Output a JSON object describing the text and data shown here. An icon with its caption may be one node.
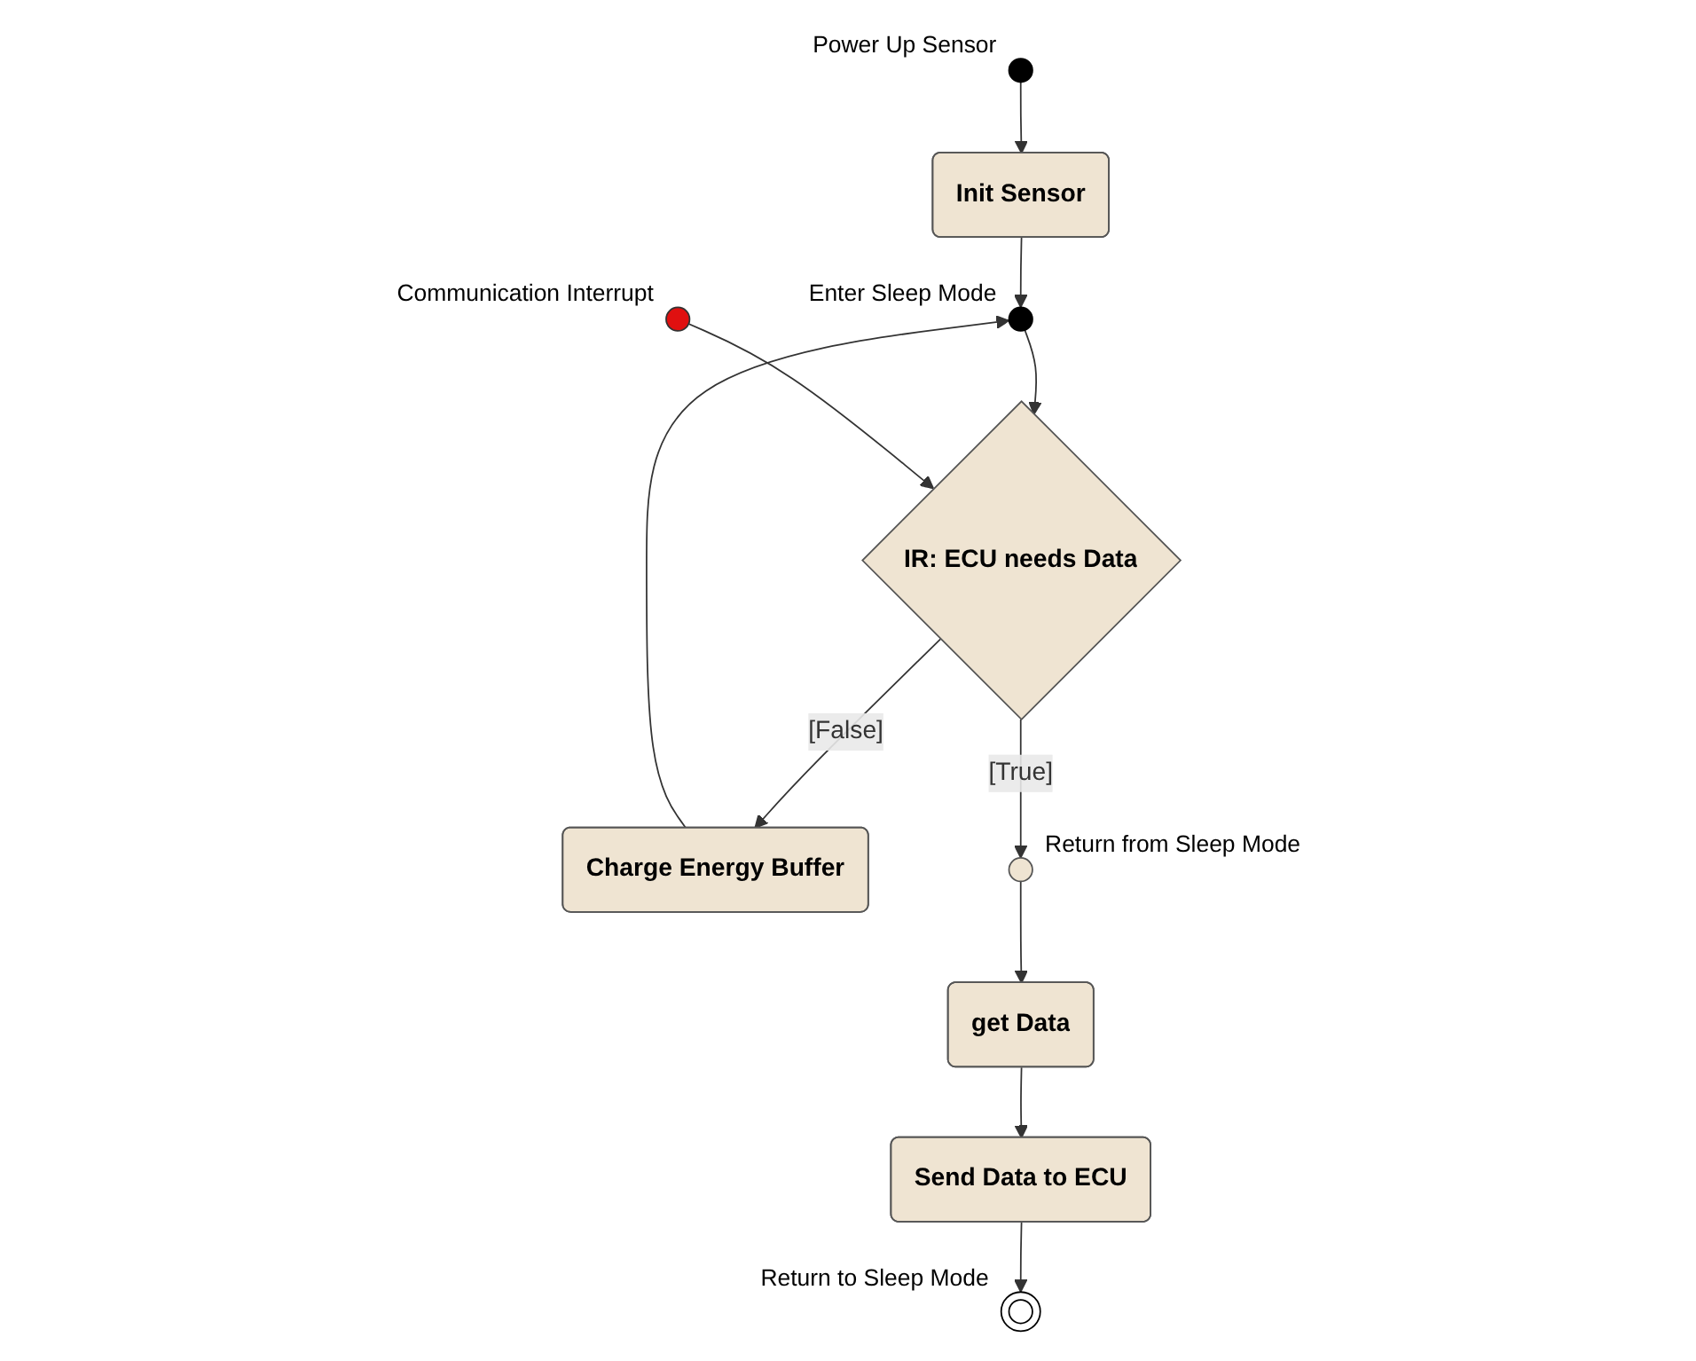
{
  "diagram": {
    "nodes": [
      {
        "text": [],
        "shape": "circle",
        "beside": [
          "Power Up Sensor"
        ]
      },
      {
        "text": [
          "Init Sensor"
        ]
      },
      {
        "text": [],
        "shape": "circle",
        "beside": [
          "Enter Sleep Mode"
        ]
      },
      {
        "text": [],
        "shape": "circle",
        "beside": [
          "Communication Interrupt"
        ]
      },
      {
        "text": [
          "IR: ECU needs Data"
        ]
      },
      {
        "text": [
          "Charge Energy Buffer"
        ]
      },
      {
        "text": [],
        "shape": "circle",
        "beside": [
          "Return from Sleep Mode"
        ]
      },
      {
        "text": [
          "get Data"
        ]
      },
      {
        "text": [
          "Send Data to ECU"
        ]
      },
      {
        "text": [],
        "shape": "circle",
        "beside": [
          "Return to Sleep Mode"
        ]
      }
    ],
    "edges": [
      {
        "from": 0,
        "to": 1,
        "arrow": "to"
      },
      {
        "from": 1,
        "to": 2,
        "arrow": "to"
      },
      {
        "from": 2,
        "to": 4,
        "arrow": "to"
      },
      {
        "from": 3,
        "to": 4,
        "arrow": "to"
      },
      {
        "from": 4,
        "to": 5,
        "label": "[False]",
        "arrow": "to"
      },
      {
        "from": 5,
        "to": 2,
        "arrow": "to"
      },
      {
        "from": 4,
        "to": 6,
        "label": "[True]",
        "arrow": "to"
      },
      {
        "from": 6,
        "to": 7,
        "arrow": "to"
      },
      {
        "from": 7,
        "to": 8,
        "arrow": "to"
      },
      {
        "from": 8,
        "to": 9,
        "arrow": "to"
      }
    ]
  }
}
